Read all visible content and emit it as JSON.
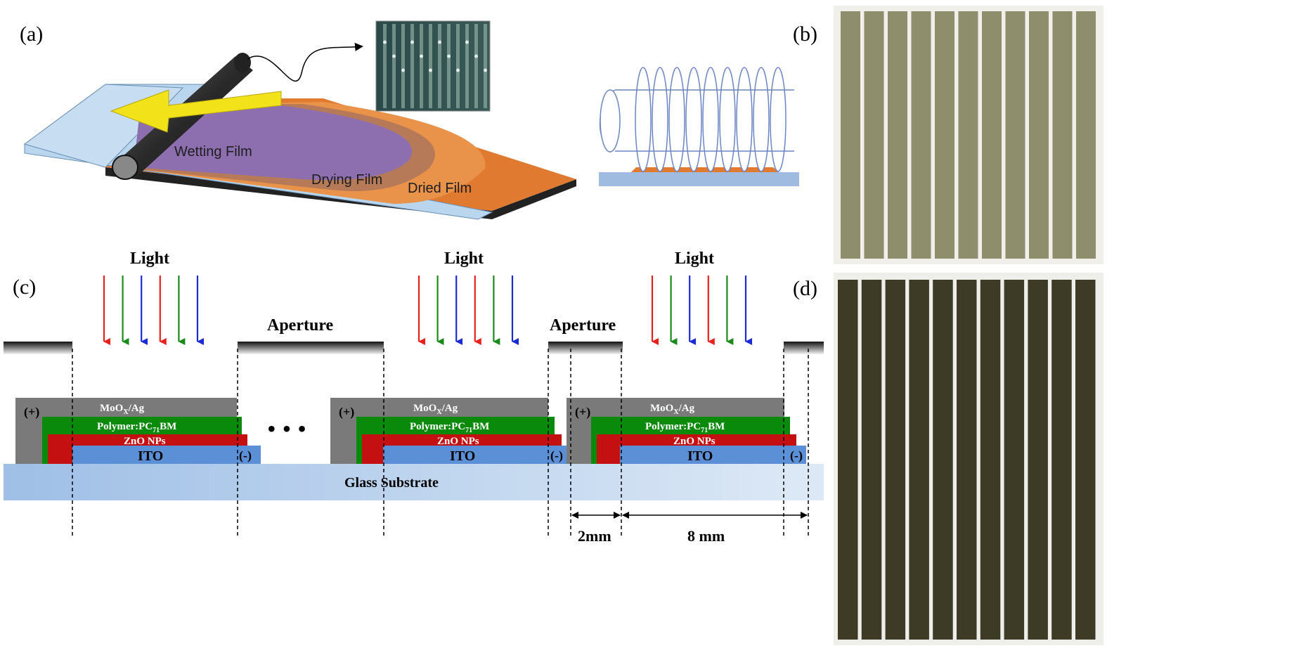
{
  "panel_labels": {
    "a": "(a)",
    "b": "(b)",
    "c": "(c)",
    "d": "(d)"
  },
  "panel_a": {
    "wetting": "Wetting Film",
    "drying": "Drying Film",
    "dried": "Dried Film"
  },
  "panel_c": {
    "light": "Light",
    "aperture": "Aperture",
    "moox": "MoO",
    "moox_sub": "X",
    "moox_tail": "/Ag",
    "polymer": "Polymer:PC",
    "polymer_sub": "71",
    "polymer_tail": "BM",
    "zno": "ZnO NPs",
    "ito": "ITO",
    "plus": "(+)",
    "minus": "(-)",
    "substrate": "Glass Substrate",
    "dim_small": "2mm",
    "dim_large": "8 mm",
    "ellipsis": "• • •"
  },
  "colors": {
    "red_arrow": "#e8201e",
    "green_arrow": "#1a8a1a",
    "blue_arrow": "#1a2bd6",
    "moox_layer": "#7a7a7a",
    "polymer_layer": "#0a8a0a",
    "zno_layer": "#c41010",
    "ito_layer": "#5b8fd6",
    "substrate": "#bcd3ec",
    "film_orange": "#e07a30",
    "film_purple": "#8d6fb0",
    "glass": "#b9d6ee",
    "strip_light": "#8e8d6c",
    "strip_dark": "#3d3a25"
  }
}
